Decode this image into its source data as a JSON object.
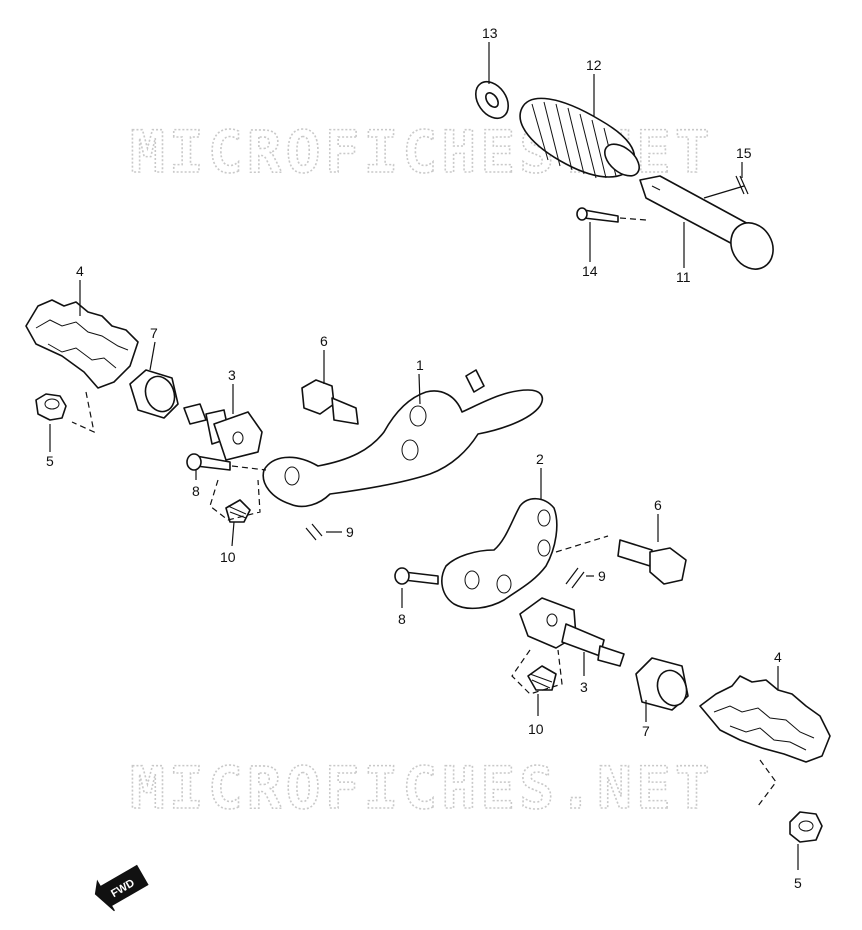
{
  "watermark": {
    "top_text": "MICROFICHES.NET",
    "bottom_text": "MICROFICHES.NET"
  },
  "direction_badge": {
    "label": "FWD",
    "icon": "forward-arrow-icon"
  },
  "callouts": {
    "c1": "1",
    "c2": "2",
    "c3_left": "3",
    "c3_right": "3",
    "c4_left": "4",
    "c4_right": "4",
    "c5_left": "5",
    "c5_right": "5",
    "c6_left": "6",
    "c6_right": "6",
    "c7_left": "7",
    "c7_right": "7",
    "c8_left": "8",
    "c8_right": "8",
    "c9_left": "9",
    "c9_right": "9",
    "c10_left": "10",
    "c10_right": "10",
    "c11": "11",
    "c12": "12",
    "c13": "13",
    "c14": "14",
    "c15": "15"
  }
}
